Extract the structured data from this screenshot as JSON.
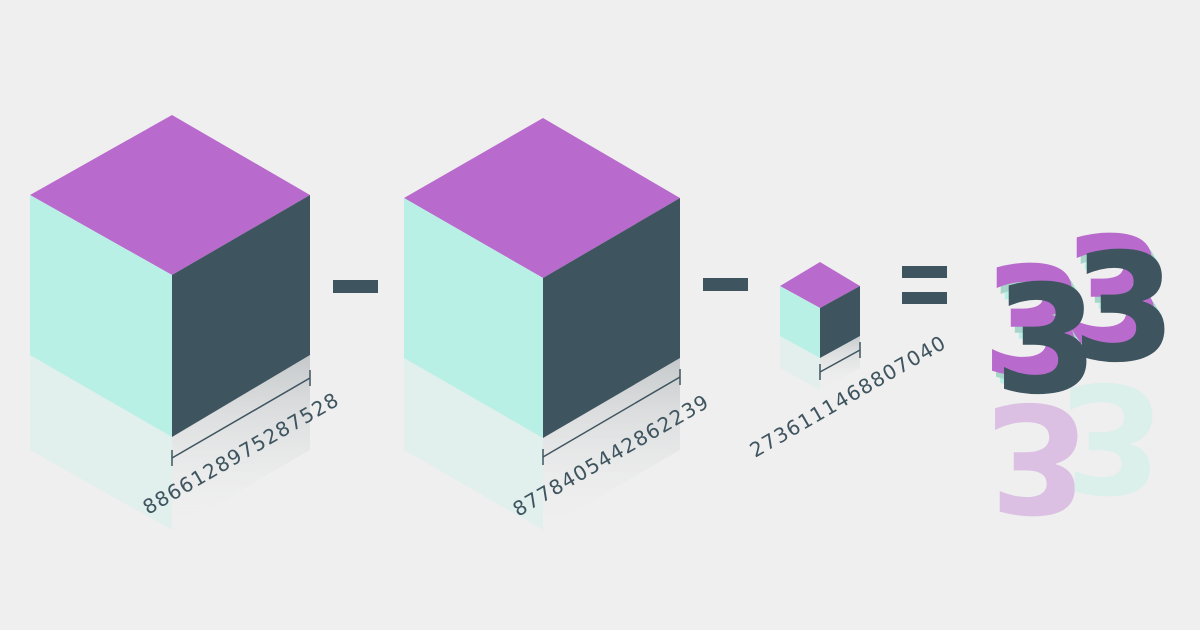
{
  "equation": {
    "cube1_edge": "8866128975287528",
    "operator1": "−",
    "cube2_edge": "8778405442862239",
    "operator2": "−",
    "cube3_edge": "2736111468807040",
    "equals": "=",
    "result": "33"
  },
  "colors": {
    "background": "#efefef",
    "cube_top": "#b96acd",
    "cube_left": "#b8f0e6",
    "cube_right": "#3e545f",
    "label": "#3e545f",
    "operator": "#3e545f",
    "digit_face": "#3e545f",
    "digit_side_light": "#b8f0e6",
    "digit_top": "#b96acd"
  }
}
